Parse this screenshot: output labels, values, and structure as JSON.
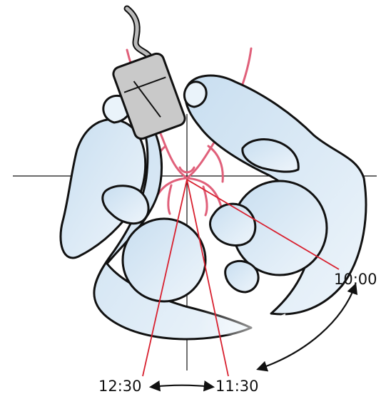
{
  "labels": {
    "pos_1000": "10:00",
    "pos_1230": "12:30",
    "pos_1130": "11:30"
  },
  "colors": {
    "laser_line": "#d8202f",
    "vessel": "#e0607a",
    "body_fill": "#d9e9f5",
    "outline": "#111111",
    "device": "#c9c9c9"
  },
  "icons": {
    "device": "ultrasound-probe-icon",
    "arrows": "double-headed-curved-arrow-icon"
  }
}
